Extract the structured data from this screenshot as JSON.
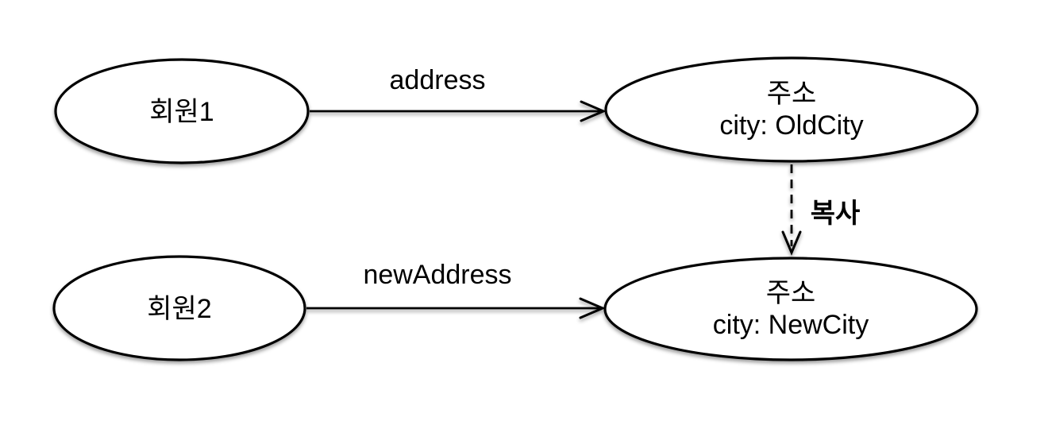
{
  "diagram": {
    "background_color": "#ffffff",
    "node_fill_color": "#ffffff",
    "stroke_color": "#000000",
    "text_color": "#000000",
    "nodes": {
      "member1": {
        "label": "회원1"
      },
      "member2": {
        "label": "회원2"
      },
      "old_address": {
        "title": "주소",
        "attribute": "city: OldCity"
      },
      "new_address": {
        "title": "주소",
        "attribute": "city: NewCity"
      }
    },
    "edges": {
      "address": {
        "label": "address",
        "style": "solid",
        "from": "member1",
        "to": "old_address"
      },
      "new_address": {
        "label": "newAddress",
        "style": "solid",
        "from": "member2",
        "to": "new_address"
      },
      "copy": {
        "label": "복사",
        "style": "dashed",
        "from": "old_address",
        "to": "new_address"
      }
    }
  }
}
